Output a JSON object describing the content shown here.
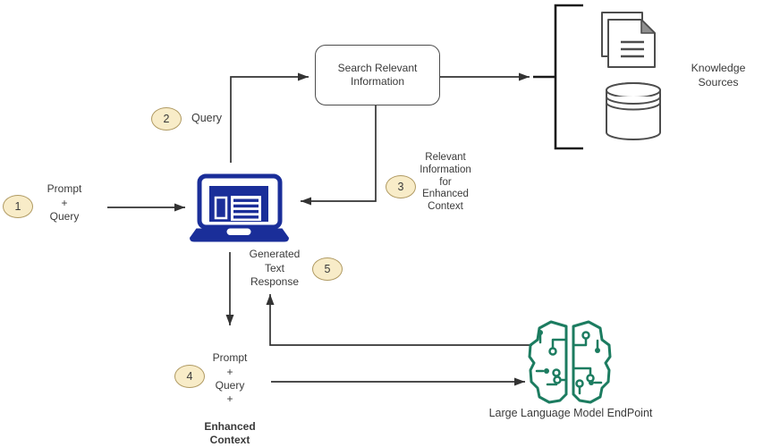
{
  "steps": [
    {
      "num": "1",
      "label": "Prompt\n+\nQuery"
    },
    {
      "num": "2",
      "label": "Query"
    },
    {
      "num": "3",
      "label": "Relevant\nInformation\nfor\nEnhanced\nContext"
    },
    {
      "num": "4",
      "label": "Prompt\n+\nQuery\n+",
      "label_bold": "Enhanced\nContext"
    },
    {
      "num": "5",
      "label": "Generated\nText\nResponse"
    }
  ],
  "nodes": {
    "search_box": "Search Relevant\nInformation",
    "knowledge_sources": "Knowledge\nSources",
    "llm_endpoint": "Large Language Model EndPoint"
  },
  "icons": {
    "laptop": "laptop-icon",
    "documents": "documents-icon",
    "database": "database-icon",
    "brain": "circuit-brain-icon"
  },
  "colors": {
    "laptop": "#1A2E99",
    "brain": "#1C7C60",
    "badge_fill": "#F8ECC8",
    "badge_border": "#B09A62",
    "connector": "#333333",
    "text": "#3A3A3A",
    "shape_stroke": "#4D4D4D"
  }
}
